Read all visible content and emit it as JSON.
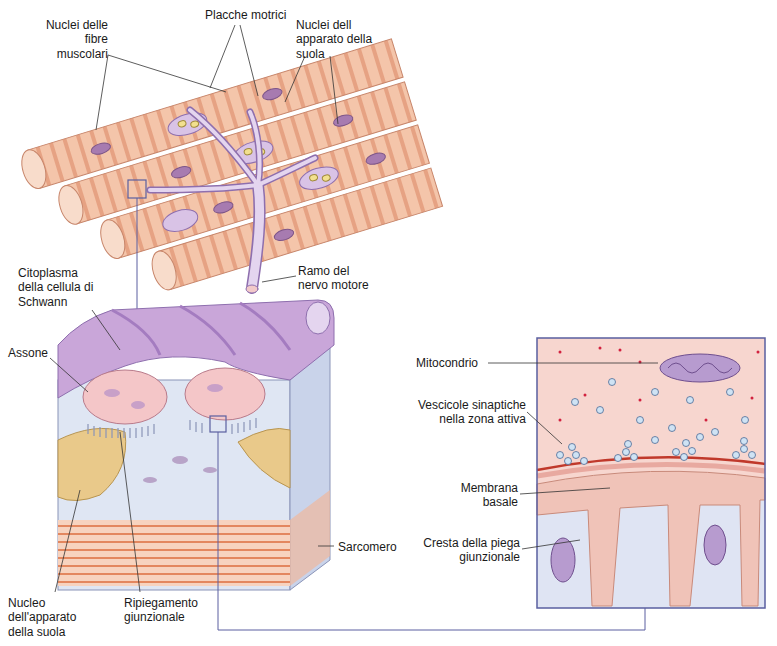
{
  "diagram": {
    "labels": [
      "Nuclei delle fibre muscolari",
      "Placche motrici",
      "Nuclei dell apparato della suola",
      "Ramo del nervo motore",
      "Citoplasma della cellula di Schwann",
      "Assone",
      "Nucleo dell'apparato della suola",
      "Ripiegamento giunzionale",
      "Sarcomero",
      "Mitocondrio",
      "Vescicole sinaptiche nella zona attiva",
      "Membrana basale",
      "Cresta della piega giunzionale"
    ]
  }
}
